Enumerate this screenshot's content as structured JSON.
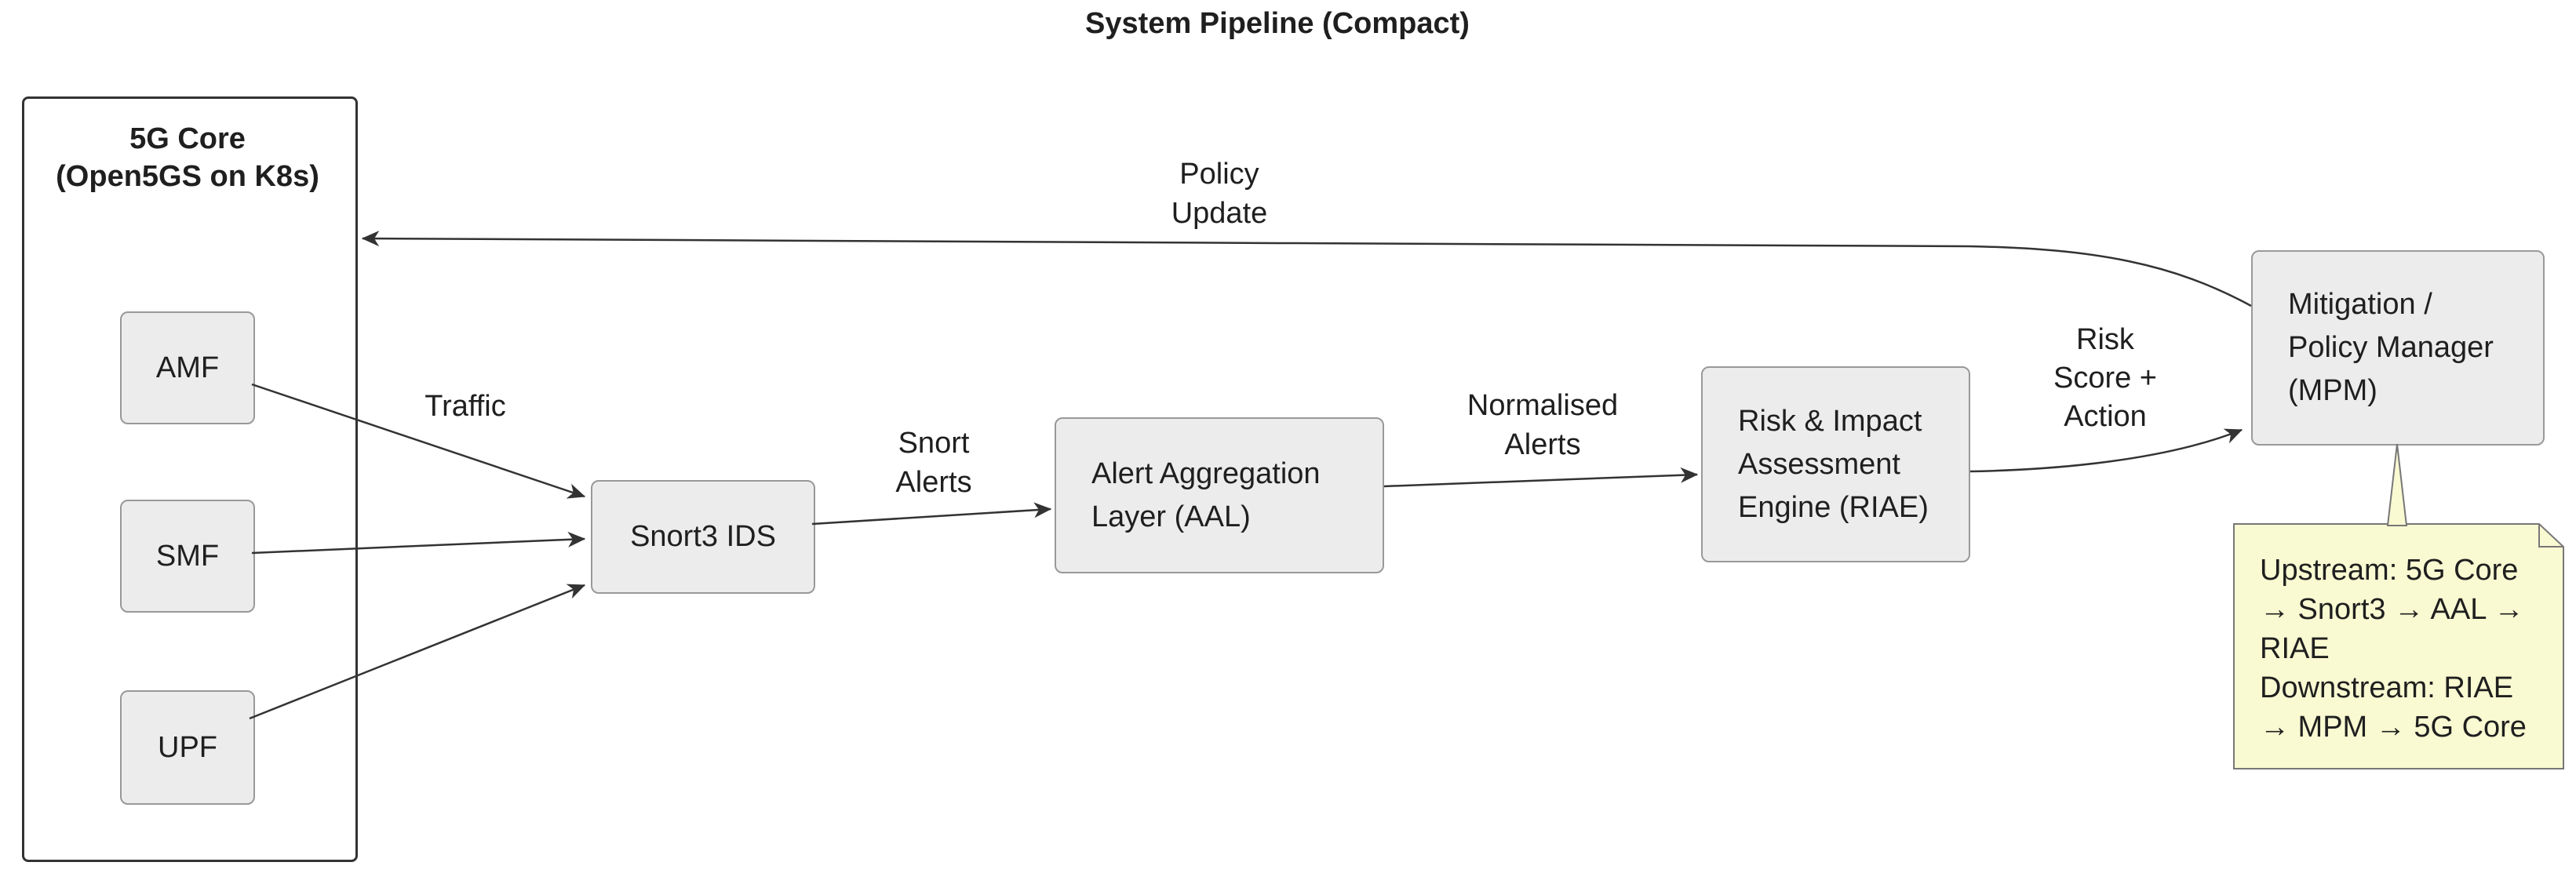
{
  "diagram_title": "System Pipeline (Compact)",
  "container": {
    "title_line1": "5G Core",
    "title_line2": "(Open5GS on K8s)"
  },
  "nodes": {
    "amf": "AMF",
    "smf": "SMF",
    "upf": "UPF",
    "snort": "Snort3 IDS",
    "aal": {
      "line1": "Alert Aggregation",
      "line2": "Layer (AAL)"
    },
    "riae": {
      "line1": "Risk & Impact",
      "line2": "Assessment",
      "line3": "Engine (RIAE)"
    },
    "mpm": {
      "line1": "Mitigation /",
      "line2": "Policy Manager",
      "line3": "(MPM)"
    }
  },
  "edges": {
    "traffic": "Traffic",
    "snort_alerts": {
      "line1": "Snort",
      "line2": "Alerts"
    },
    "normalised_alerts": {
      "line1": "Normalised",
      "line2": "Alerts"
    },
    "risk_score": {
      "line1": "Risk",
      "line2": "Score +",
      "line3": "Action"
    },
    "policy_update": {
      "line1": "Policy",
      "line2": "Update"
    }
  },
  "note": {
    "line1": "Upstream: 5G Core",
    "line2": "→ Snort3 → AAL →",
    "line3": "RIAE",
    "line4": "Downstream: RIAE",
    "line5": "→ MPM → 5G Core"
  },
  "colors": {
    "node_fill": "#ececec",
    "node_border": "#999999",
    "container_border": "#333333",
    "arrow": "#333333",
    "note_fill": "#f9f9d2",
    "note_border": "#777777",
    "text": "#1f1f1f"
  }
}
